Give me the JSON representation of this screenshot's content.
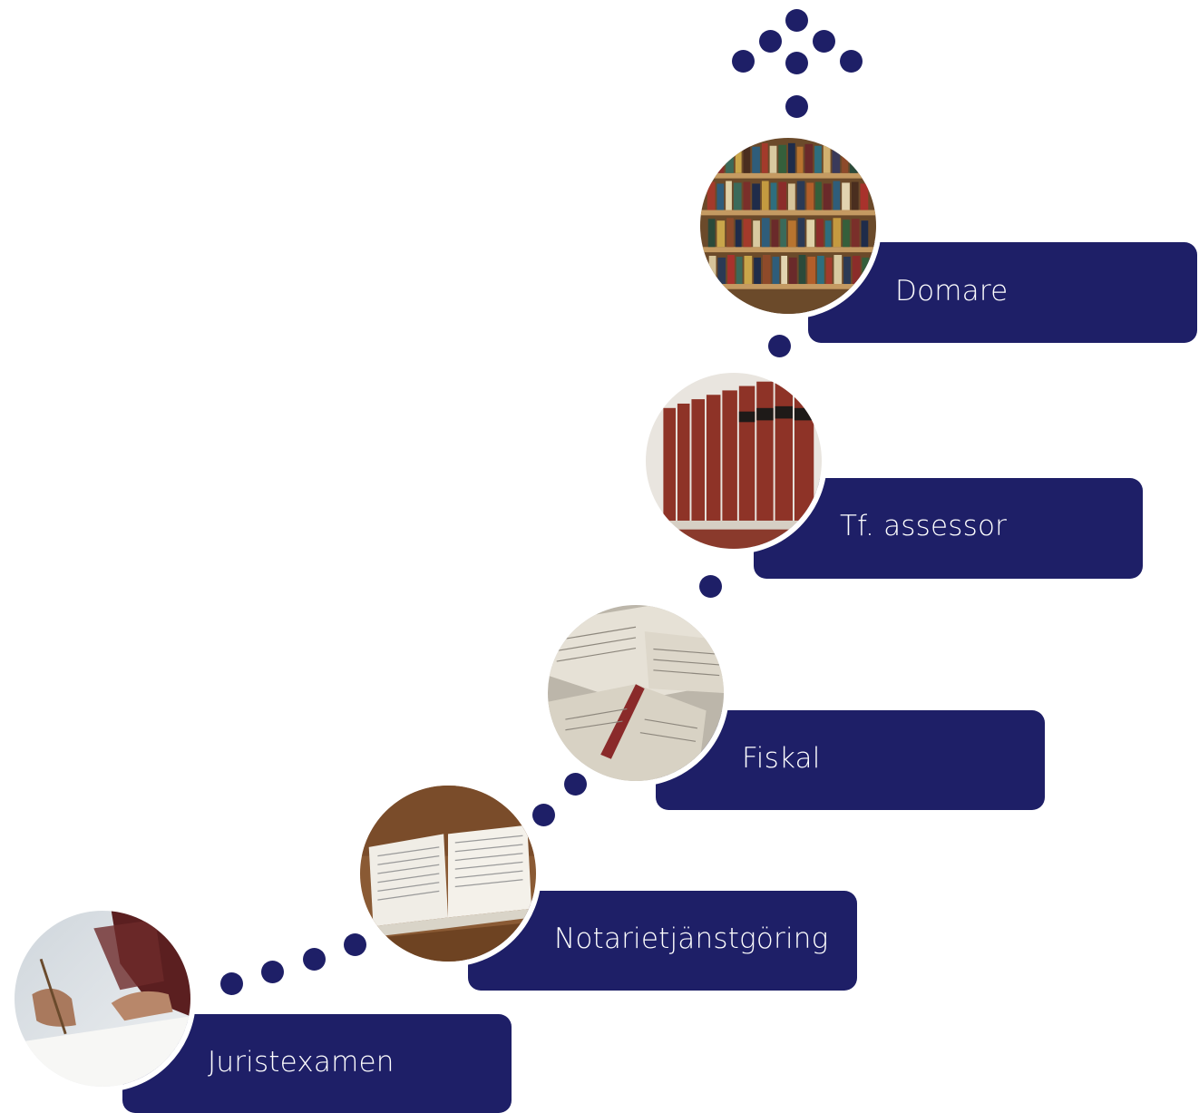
{
  "diagram": {
    "steps": [
      {
        "label": "Juristexamen"
      },
      {
        "label": "Notarietjänstgöring"
      },
      {
        "label": "Fiskal"
      },
      {
        "label": "Tf. assessor"
      },
      {
        "label": "Domare"
      }
    ]
  },
  "colors": {
    "accent": "#1e1f67",
    "background": "#ffffff",
    "text": "#ffffff"
  },
  "icons": [
    "writing-hand-photo",
    "open-dictionary-photo",
    "open-books-photo",
    "law-books-shelf-photo",
    "bookshelf-photo",
    "up-arrow-dots-icon"
  ]
}
